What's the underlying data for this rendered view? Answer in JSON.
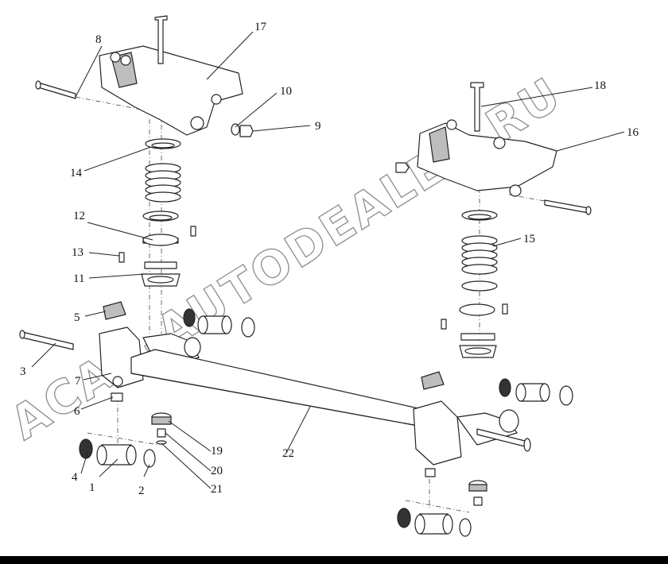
{
  "diagram": {
    "callouts": [
      {
        "id": "c1",
        "text": "1"
      },
      {
        "id": "c2",
        "text": "2"
      },
      {
        "id": "c3",
        "text": "3"
      },
      {
        "id": "c4",
        "text": "4"
      },
      {
        "id": "c5",
        "text": "5"
      },
      {
        "id": "c6",
        "text": "6"
      },
      {
        "id": "c7",
        "text": "7"
      },
      {
        "id": "c8",
        "text": "8"
      },
      {
        "id": "c9",
        "text": "9"
      },
      {
        "id": "c10",
        "text": "10"
      },
      {
        "id": "c11",
        "text": "11"
      },
      {
        "id": "c12",
        "text": "12"
      },
      {
        "id": "c13",
        "text": "13"
      },
      {
        "id": "c14",
        "text": "14"
      },
      {
        "id": "c15",
        "text": "15"
      },
      {
        "id": "c16",
        "text": "16"
      },
      {
        "id": "c17",
        "text": "17"
      },
      {
        "id": "c18",
        "text": "18"
      },
      {
        "id": "c19",
        "text": "19"
      },
      {
        "id": "c20",
        "text": "20"
      },
      {
        "id": "c21",
        "text": "21"
      },
      {
        "id": "c22",
        "text": "22"
      }
    ]
  },
  "watermark": {
    "text": "ACAR-AUTODEALER.RU",
    "color": "#8d8d8d"
  }
}
